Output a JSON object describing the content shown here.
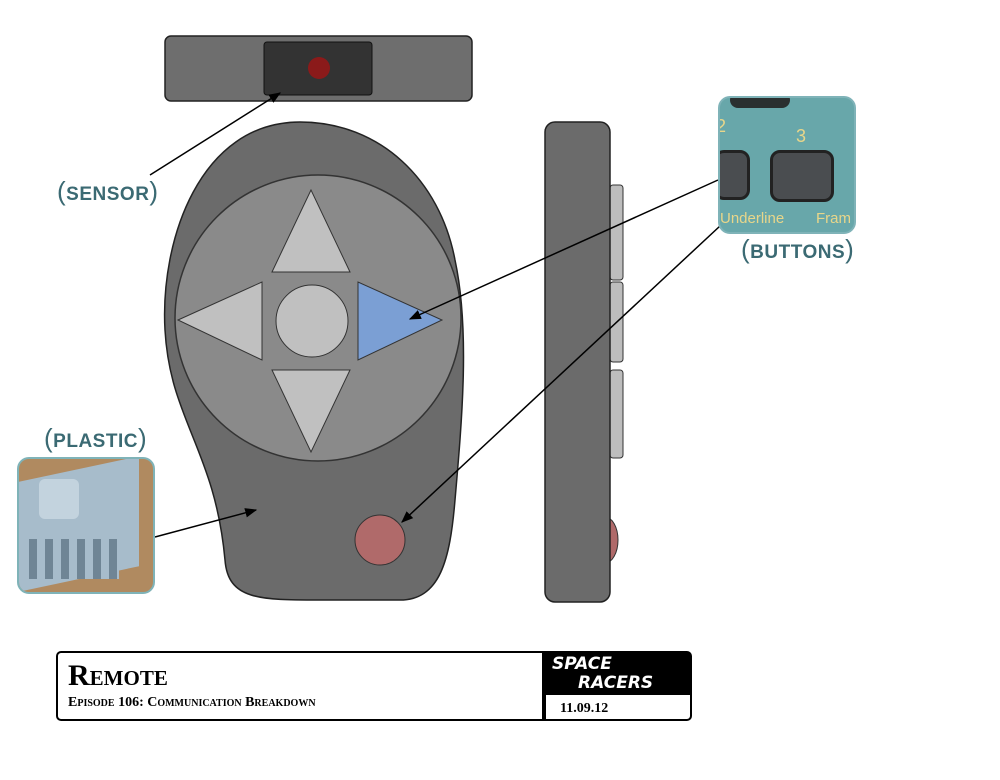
{
  "labels": {
    "sensor": "SENSOR",
    "buttons": "BUTTONS",
    "plastic": "PLASTIC"
  },
  "buttons_photo": {
    "num_left": "2",
    "num_right": "3",
    "caption_left": "Underline",
    "caption_right": "Fram"
  },
  "title_block": {
    "title": "Remote",
    "subtitle": "Episode 106: Communication Breakdown",
    "logo_line1": "SPACE",
    "logo_line2": "RACERS",
    "date": "11.09.12"
  },
  "colors": {
    "body": "#6b6b6b",
    "face": "#8a8a8a",
    "dpad": "#c0c0c0",
    "selected_arrow": "#7b9fd4",
    "red_button": "#b06a6a",
    "sensor_led": "#8b1a1a",
    "label": "#3b6a73"
  }
}
